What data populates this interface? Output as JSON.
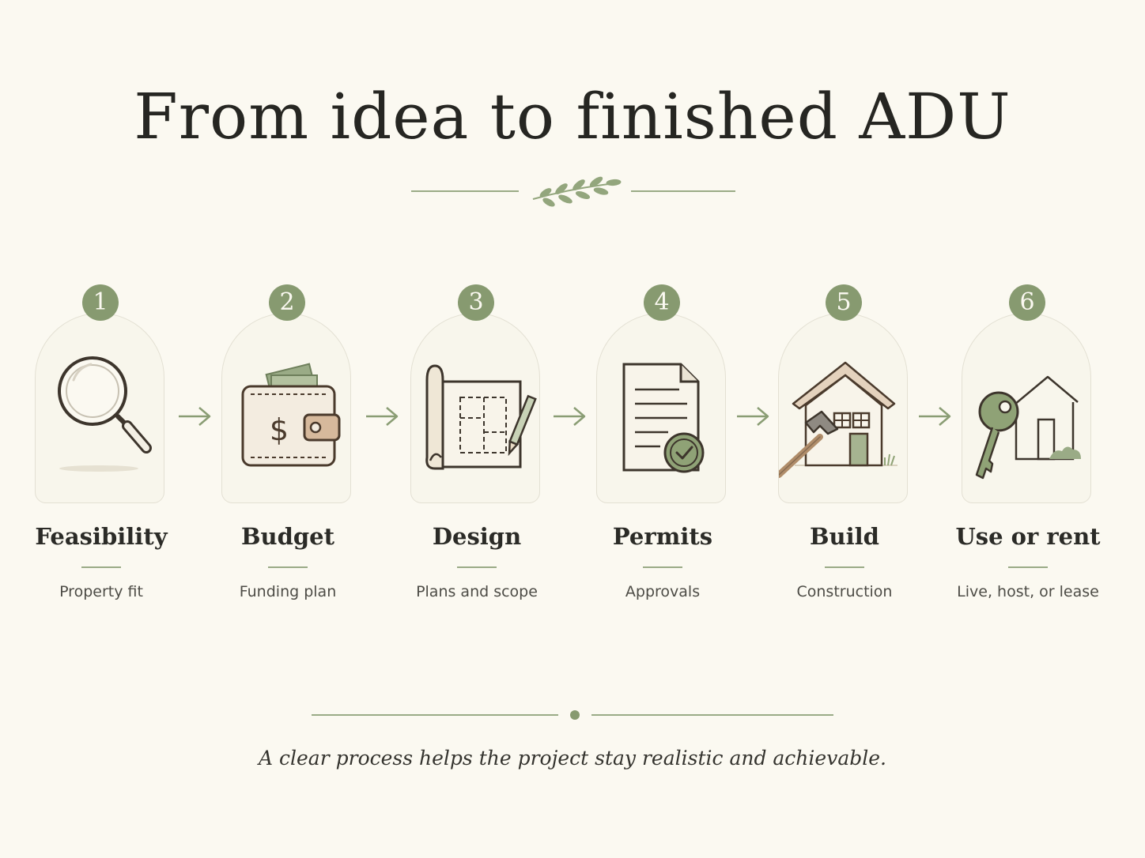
{
  "title": "From idea to finished ADU",
  "tagline": "A clear process helps the project stay realistic and achievable.",
  "colors": {
    "background": "#fbf9f1",
    "accent_green": "#879a70",
    "line_dark": "#3d352c",
    "tan": "#c9a98a"
  },
  "steps": [
    {
      "number": "1",
      "label": "Feasibility",
      "sub": "Property fit",
      "icon": "magnifying-glass-icon"
    },
    {
      "number": "2",
      "label": "Budget",
      "sub": "Funding plan",
      "icon": "wallet-icon"
    },
    {
      "number": "3",
      "label": "Design",
      "sub": "Plans and scope",
      "icon": "blueprint-icon"
    },
    {
      "number": "4",
      "label": "Permits",
      "sub": "Approvals",
      "icon": "approved-document-icon"
    },
    {
      "number": "5",
      "label": "Build",
      "sub": "Construction",
      "icon": "house-hammer-icon"
    },
    {
      "number": "6",
      "label": "Use or rent",
      "sub": "Live, host, or lease",
      "icon": "key-house-icon"
    }
  ]
}
